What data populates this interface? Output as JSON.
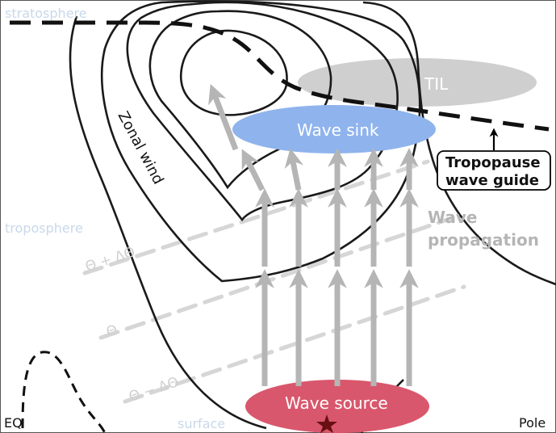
{
  "labels": {
    "stratosphere": "stratosphere",
    "troposphere": "troposphere",
    "surface": "surface",
    "eq": "EQ",
    "pole": "Pole",
    "zonal_wind": "Zonal wind",
    "til": "TIL",
    "wave_sink": "Wave sink",
    "wave_source": "Wave source",
    "wave_propagation_1": "Wave",
    "wave_propagation_2": "propagation",
    "tropopause_guide_1": "Tropopause",
    "tropopause_guide_2": "wave guide",
    "theta_plus": "Θ + ΔΘ",
    "theta": "Θ",
    "theta_minus": "Θ − ΔΘ"
  },
  "colors": {
    "wave_sink": "#8fb3ec",
    "wave_source": "#d9576c",
    "til": "#cfcfcf",
    "arrows": "#b5b5b5",
    "isentropes": "#d6d6d6",
    "atmos_labels": "#c9d8ea",
    "contours": "#1a1a1a"
  },
  "icons": {
    "source_marker": "star-icon"
  }
}
